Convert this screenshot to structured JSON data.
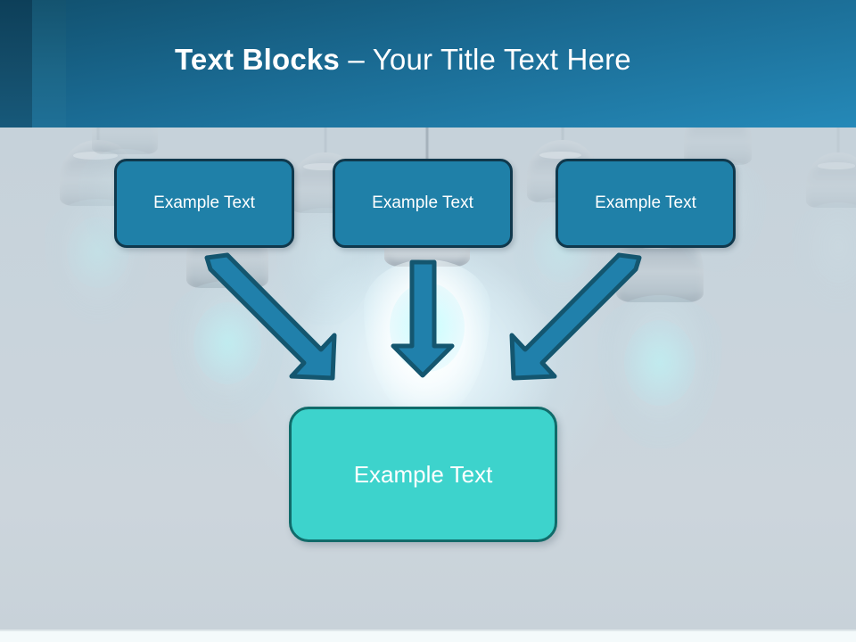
{
  "slide": {
    "header": {
      "title_strong": "Text Blocks",
      "title_separator": " – ",
      "title_rest": "Your Title Text Here",
      "background_color": "#1a6a92",
      "accent_dark_color": "#0d3f59"
    },
    "background": {
      "description": "hanging-light-bulbs-photo",
      "base_color": "#c9d4dc"
    },
    "top_boxes": [
      {
        "label": "Example Text",
        "fill": "#1f80a8",
        "border": "#10384c"
      },
      {
        "label": "Example Text",
        "fill": "#1f80a8",
        "border": "#10384c"
      },
      {
        "label": "Example Text",
        "fill": "#1f80a8",
        "border": "#10384c"
      }
    ],
    "arrows": [
      {
        "name": "arrow-down-right",
        "fill": "#2080ab",
        "stroke": "#14566f"
      },
      {
        "name": "arrow-down",
        "fill": "#2080ab",
        "stroke": "#14566f"
      },
      {
        "name": "arrow-down-left",
        "fill": "#2080ab",
        "stroke": "#14566f"
      }
    ],
    "result_box": {
      "label": "Example Text",
      "fill": "#3dd3cc",
      "border": "#116b6a"
    }
  }
}
